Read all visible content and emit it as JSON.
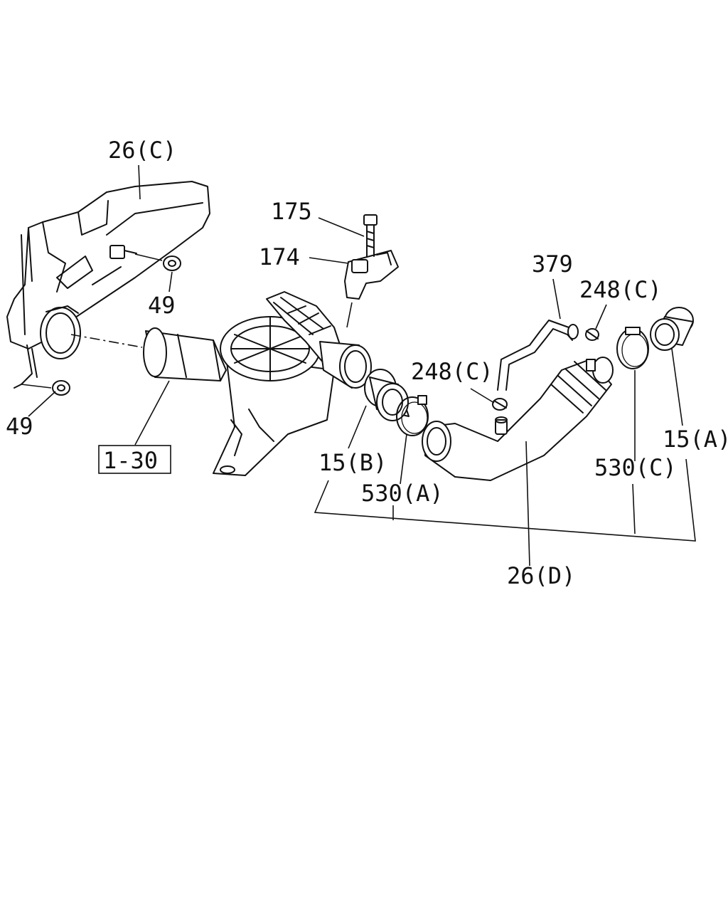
{
  "diagram": {
    "labels": {
      "l_26c": "26(C)",
      "l_175": "175",
      "l_174": "174",
      "l_379": "379",
      "l_248c_a": "248(C)",
      "l_248c_b": "248(C)",
      "l_49_a": "49",
      "l_49_b": "49",
      "l_1_30": "1-30",
      "l_15b": "15(B)",
      "l_530a": "530(A)",
      "l_530c": "530(C)",
      "l_15a": "15(A)",
      "l_26d": "26(D)"
    }
  }
}
